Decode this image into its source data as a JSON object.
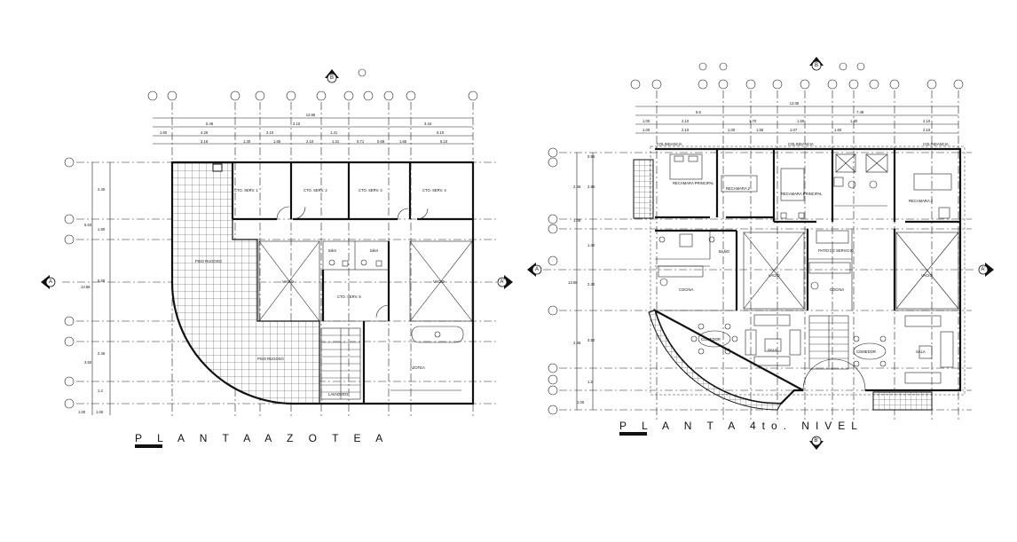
{
  "plans": [
    {
      "title": "P L A N T A   A Z O T E A",
      "rooms": [
        {
          "key": "r1",
          "label": "CTO. SERV. 1"
        },
        {
          "key": "r2",
          "label": "CTO. SERV. 2"
        },
        {
          "key": "r3",
          "label": "CTO. SERV. 3"
        },
        {
          "key": "r4",
          "label": "CTO. SERV. 4"
        },
        {
          "key": "r5",
          "label": "CTO. SERV. 5"
        },
        {
          "key": "t1",
          "label": "toilet"
        },
        {
          "key": "t2",
          "label": "toilet"
        },
        {
          "key": "v1",
          "label": "VACIO"
        },
        {
          "key": "v2",
          "label": "VACIO"
        },
        {
          "key": "pr",
          "label": "PISO RUGOSO"
        },
        {
          "key": "az",
          "label": "AZOTEA"
        },
        {
          "key": "lv",
          "label": "LAVADERO"
        }
      ]
    },
    {
      "title": "P L A N T A     4to. NIVEL",
      "rooms": [
        {
          "key": "rp1",
          "label": "RECAMARA PRINCIPAL"
        },
        {
          "key": "r2a",
          "label": "RECAMARA 2"
        },
        {
          "key": "rp2",
          "label": "RECAMARA PRINCIPAL"
        },
        {
          "key": "r2b",
          "label": "RECAMARA 2"
        },
        {
          "key": "ba",
          "label": "BAÑO"
        },
        {
          "key": "ps",
          "label": "PATIO DE SERVICIO"
        },
        {
          "key": "co1",
          "label": "COCINA"
        },
        {
          "key": "co2",
          "label": "COCINA"
        },
        {
          "key": "va1",
          "label": "VACIO"
        },
        {
          "key": "va2",
          "label": "VACIO"
        },
        {
          "key": "cm1",
          "label": "COMEDOR"
        },
        {
          "key": "cm2",
          "label": "COMEDOR"
        },
        {
          "key": "sa1",
          "label": "SALA"
        },
        {
          "key": "sa2",
          "label": "SALA"
        },
        {
          "key": "col1",
          "label": "COLINDANCIA"
        },
        {
          "key": "col2",
          "label": "COLINDANCIA"
        },
        {
          "key": "col3",
          "label": "COLINDANCIA"
        }
      ]
    }
  ],
  "axis_markers": {
    "left": "A",
    "right": "A'",
    "top": "B",
    "bottom": "B'"
  }
}
